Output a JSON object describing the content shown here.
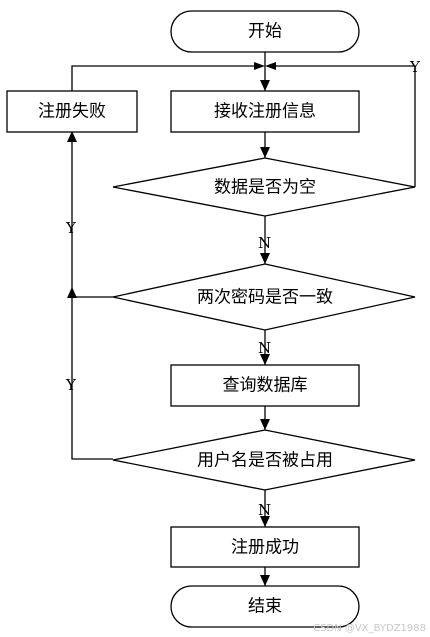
{
  "nodes": {
    "start": "开始",
    "receive": "接收注册信息",
    "fail": "注册失败",
    "check_empty": "数据是否为空",
    "check_password": "两次密码是否一致",
    "query_db": "查询数据库",
    "check_username": "用户名是否被占用",
    "success": "注册成功",
    "end": "结束"
  },
  "edge_labels": {
    "empty_yes": "Y",
    "empty_no": "N",
    "password_yes": "Y",
    "password_no": "N",
    "username_yes": "Y",
    "username_no": "N"
  },
  "watermark": "CSDN @VX_BYDZ1988"
}
